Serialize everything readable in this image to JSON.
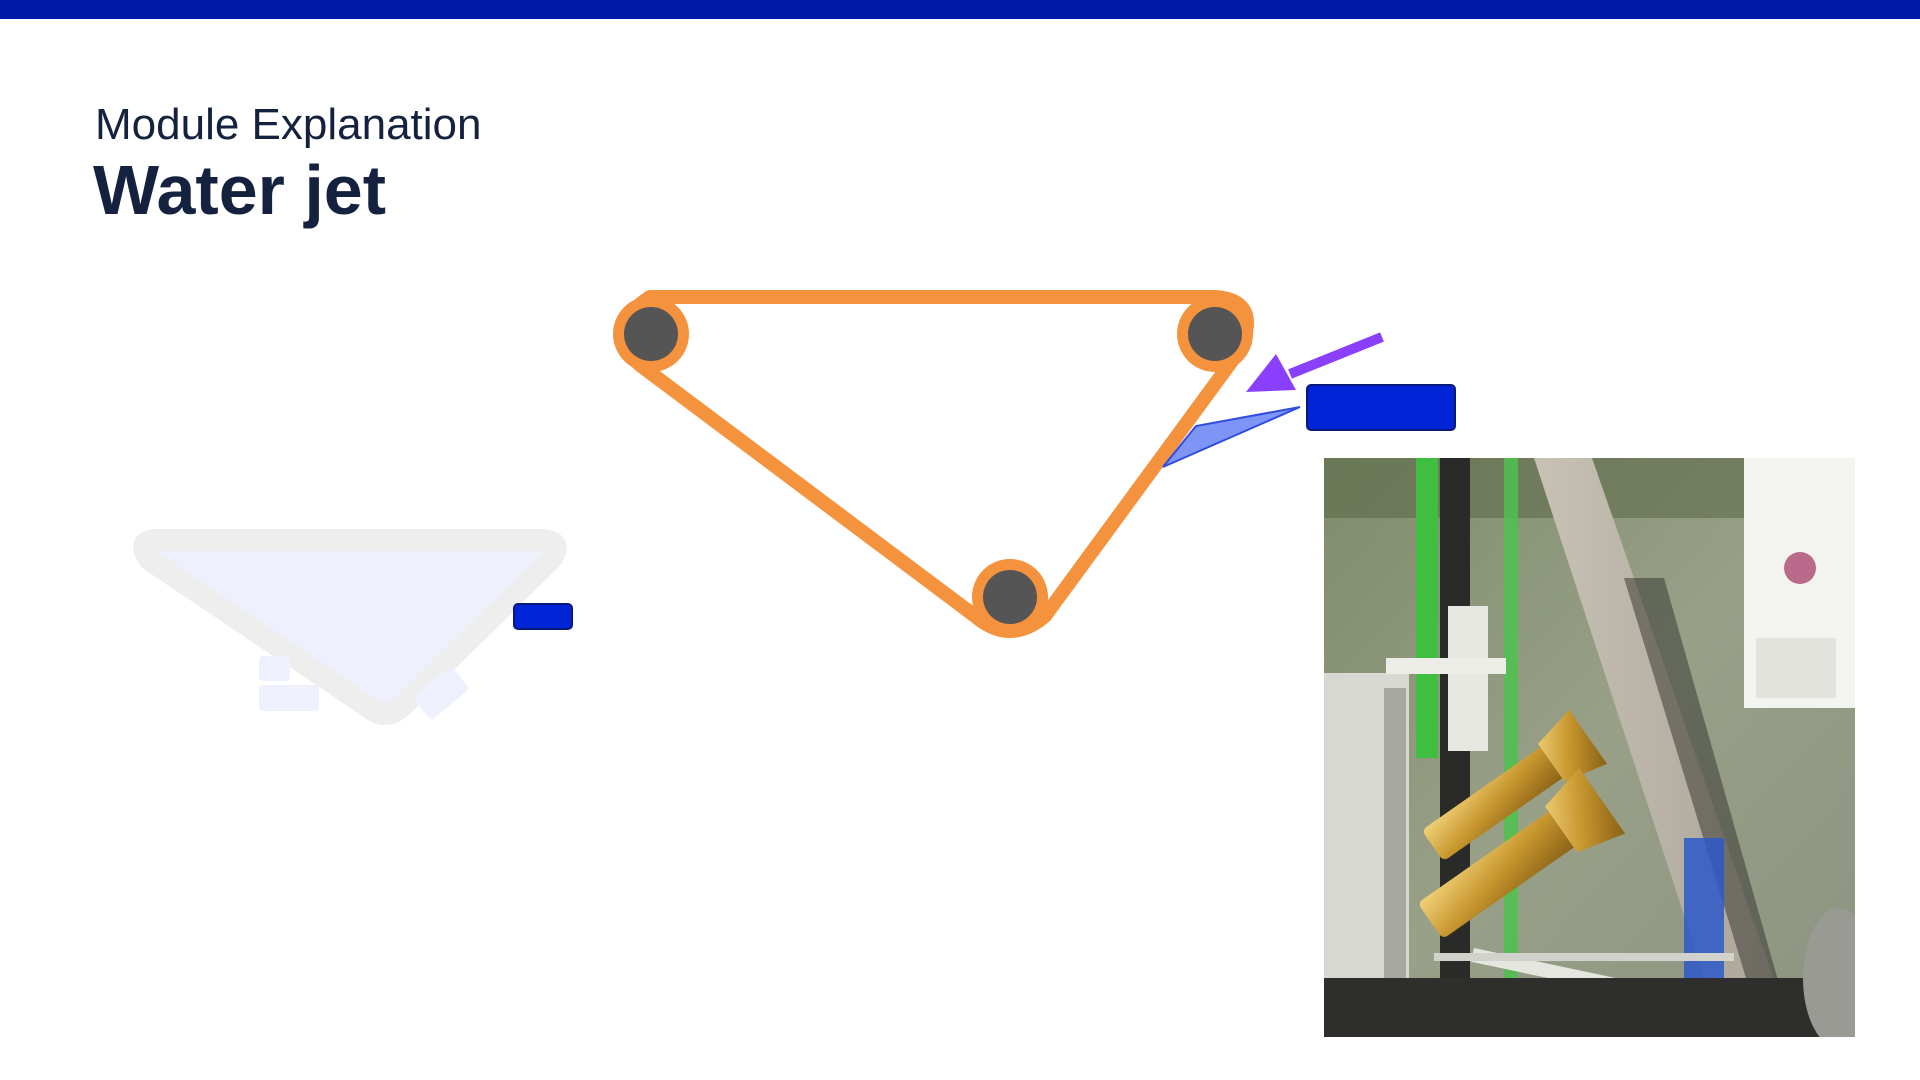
{
  "slide": {
    "subtitle": "Module Explanation",
    "title": "Water jet"
  },
  "colors": {
    "top_bar": "#0019a6",
    "title_text": "#14213f",
    "belt": "#f5923e",
    "pulley": "#555555",
    "arrow": "#8a3ffc",
    "label_box": "#0024d6",
    "jet_spray": "#7f95f5",
    "faded_outline": "#eeeeee",
    "faded_fill": "#eef0fd"
  },
  "icons": {
    "arrow": "arrow-icon",
    "photo": "nozzle-photo"
  }
}
